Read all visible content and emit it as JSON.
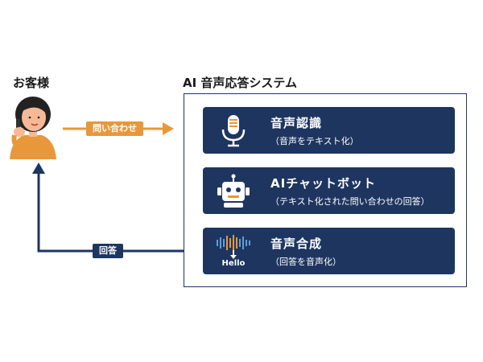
{
  "customer": {
    "label": "お客様"
  },
  "system": {
    "title": "AI 音声応答システム"
  },
  "flow": {
    "inquiry_label": "問い合わせ",
    "answer_label": "回答"
  },
  "modules": [
    {
      "title": "音声認識",
      "subtitle": "（音声をテキスト化）",
      "icon": "microphone-icon"
    },
    {
      "title": "AIチャットボット",
      "subtitle": "（テキスト化された問い合わせの回答）",
      "icon": "robot-icon"
    },
    {
      "title": "音声合成",
      "subtitle": "（回答を音声化）",
      "icon": "soundwave-icon",
      "icon_text": "Hello"
    }
  ],
  "colors": {
    "navy": "#1e3560",
    "orange": "#e8973a",
    "skin": "#f5b997",
    "hair": "#222222"
  }
}
